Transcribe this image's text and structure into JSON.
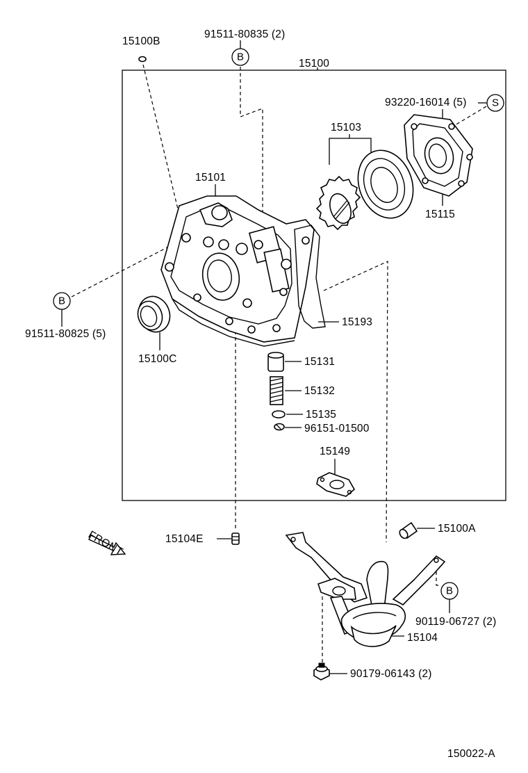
{
  "diagram": {
    "drawing_number": "150022-A",
    "front_label": "FRONT",
    "symbols": {
      "b": "B",
      "s": "S"
    },
    "parts": {
      "p15100": "15100",
      "p15100B": "15100B",
      "p15101": "15101",
      "p15103": "15103",
      "p15115": "15115",
      "p15193": "15193",
      "p15100C": "15100C",
      "p15131": "15131",
      "p15132": "15132",
      "p15135": "15135",
      "p96151": "96151-01500",
      "p15149": "15149",
      "p15104E": "15104E",
      "p15100A": "15100A",
      "p15104": "15104",
      "p91511_80835": "91511-80835 (2)",
      "p93220": "93220-16014 (5)",
      "p91511_80825": "91511-80825 (5)",
      "p90119": "90119-06727 (2)",
      "p90179": "90179-06143 (2)"
    }
  }
}
